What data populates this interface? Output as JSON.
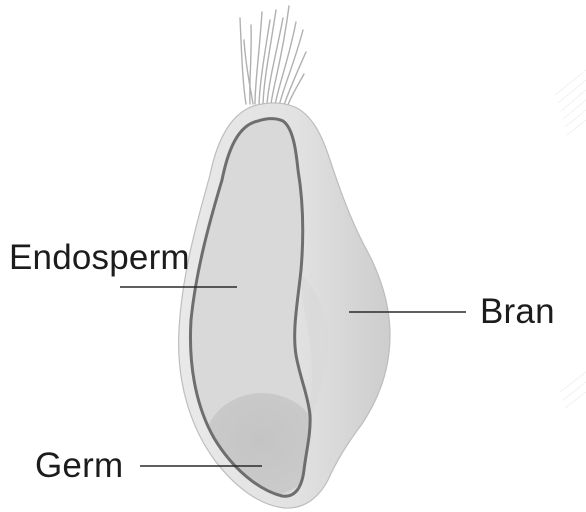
{
  "labels": {
    "endosperm": "Endosperm",
    "bran": "Bran",
    "germ": "Germ"
  },
  "colors": {
    "bran_shell": "#e3e3e3",
    "bran_shadow": "#cfcfcf",
    "outline": "#bdbdbd",
    "endosperm_fill": "#d9d9d9",
    "endosperm_border": "#6e6e6e",
    "germ_fill": "#c6c6c6",
    "hair": "#b0b0b0",
    "leader_line": "#2a2a2a",
    "text": "#1c1c1c"
  }
}
